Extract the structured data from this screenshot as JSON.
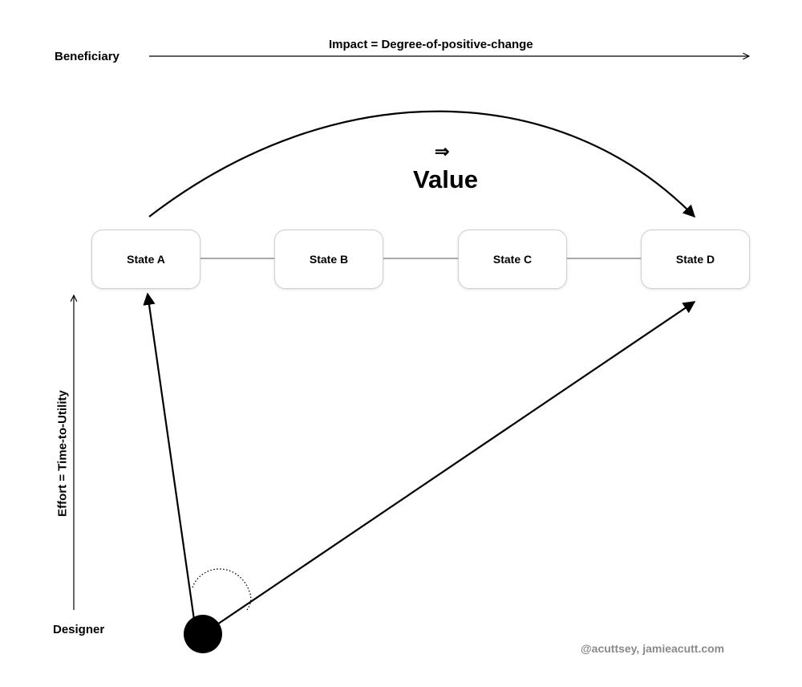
{
  "labels": {
    "beneficiary": "Beneficiary",
    "impact": "Impact = Degree-of-positive-change",
    "designer": "Designer",
    "effort": "Effort = Time-to-Utility",
    "value_arrow": "⇒",
    "value": "Value",
    "credit": "@acuttsey, jamieacutt.com"
  },
  "states": [
    "State A",
    "State B",
    "State C",
    "State D"
  ],
  "colors": {
    "ink": "#000000",
    "credit": "#8a8a8a",
    "box_border": "#cfcfcf"
  }
}
